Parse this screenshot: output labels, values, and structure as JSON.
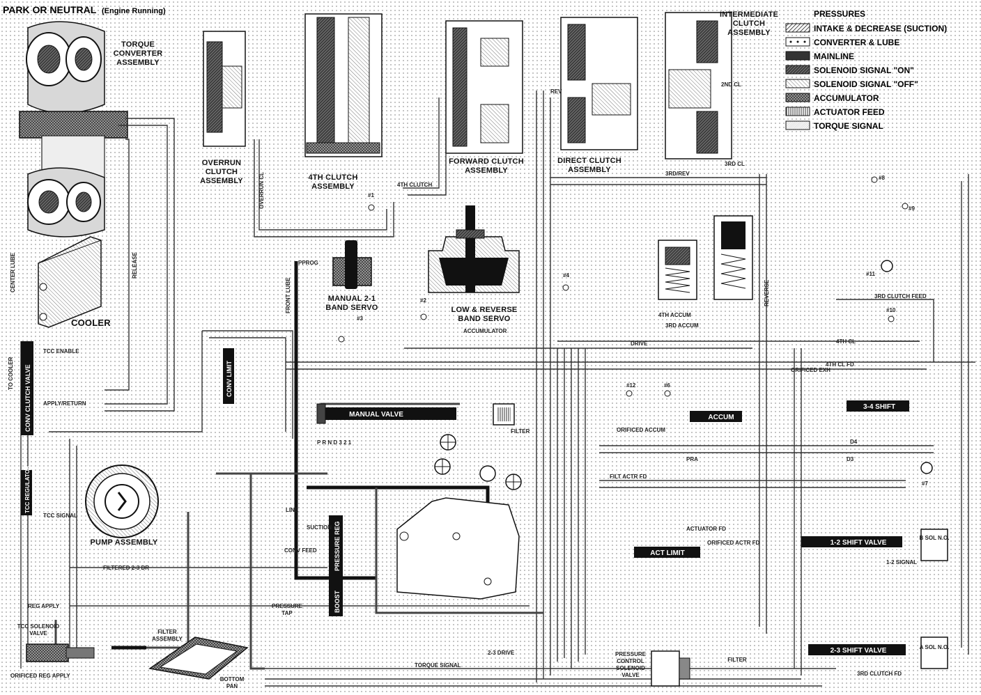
{
  "title": "PARK OR NEUTRAL",
  "subtitle": "(Engine Running)",
  "legend": {
    "heading": "PRESSURES",
    "items": [
      {
        "label": "INTAKE & DECREASE (SUCTION)",
        "pattern": "diagonal-hatch"
      },
      {
        "label": "CONVERTER & LUBE",
        "pattern": "dots"
      },
      {
        "label": "MAINLINE",
        "pattern": "solid-dark"
      },
      {
        "label": "SOLENOID SIGNAL \"ON\"",
        "pattern": "dense-hatch"
      },
      {
        "label": "SOLENOID SIGNAL \"OFF\"",
        "pattern": "light-hatch"
      },
      {
        "label": "ACCUMULATOR",
        "pattern": "crosshatch"
      },
      {
        "label": "ACTUATOR FEED",
        "pattern": "vertical-hatch"
      },
      {
        "label": "TORQUE SIGNAL",
        "pattern": "fine-hatch"
      }
    ]
  },
  "components": {
    "torque_converter": "TORQUE CONVERTER ASSEMBLY",
    "overrun_clutch": "OVERRUN CLUTCH ASSEMBLY",
    "fourth_clutch": "4TH CLUTCH ASSEMBLY",
    "forward_clutch": "FORWARD CLUTCH ASSEMBLY",
    "direct_clutch": "DIRECT CLUTCH ASSEMBLY",
    "intermediate_clutch": "INTERMEDIATE CLUTCH ASSEMBLY",
    "cooler": "COOLER",
    "manual_band_servo": "MANUAL 2-1 BAND SERVO",
    "low_reverse_servo": "LOW & REVERSE BAND SERVO",
    "pump": "PUMP ASSEMBLY",
    "tcc_solenoid": "TCC SOLENOID VALVE",
    "filter_assembly": "FILTER ASSEMBLY",
    "bottom_pan": "BOTTOM PAN",
    "pressure_tap": "PRESSURE TAP",
    "pressure_control_solenoid": "PRESSURE CONTROL SOLENOID VALVE",
    "filter_lower": "FILTER",
    "filter_mid": "FILTER"
  },
  "valves": {
    "manual_valve": "MANUAL VALVE",
    "conv_clutch_valve": "CONV CLUTCH VALVE",
    "conv_limit": "CONV LIMIT",
    "tcc_regulator": "TCC REGULATOR",
    "pressure_reg": "PRESSURE REG",
    "boost": "BOOST",
    "accum": "ACCUM",
    "act_limit": "ACT LIMIT",
    "shift_34": "3-4 SHIFT",
    "shift_12": "1-2 SHIFT VALVE",
    "shift_23": "2-3 SHIFT VALVE",
    "solenoid_b": "B SOL N.O.",
    "solenoid_a": "A SOL N.O."
  },
  "manual_positions": "P R N D 3 2 1",
  "passages": {
    "fourth_clutch": "4TH CLUTCH",
    "overrun_cl": "OVERRUN CL",
    "second_cl": "2ND CL",
    "third_rev": "3RD/REV",
    "third_cl": "3RD CL",
    "fourth_accum": "4TH ACCUM",
    "third_accum": "3RD ACCUM",
    "fourth_cl": "4TH CL",
    "fourth_cl_fd": "4TH CL FD",
    "orificed_exh": "ORIFICED EXH",
    "d4": "D4",
    "filt_actr_fd": "FILT ACTR FD",
    "d3": "D3",
    "pra": "PRA",
    "drive": "DRIVE",
    "accumulator": "ACCUMULATOR",
    "line": "LINE",
    "suction": "SUCTION",
    "conv_feed": "CONV FEED",
    "filtered_23_dr": "FILTERED 2-3 DR",
    "reg_apply": "REG APPLY",
    "orificed_reg_apply": "ORIFICED REG APPLY",
    "torque_signal": "TORQUE SIGNAL",
    "drive_23": "2-3 DRIVE",
    "third_clutch_feed": "3RD CLUTCH FEED",
    "reverse": "REVERSE",
    "actuator_fd": "ACTUATOR FD",
    "orificed_actr_fd": "ORIFICED ACTR FD",
    "signal_12": "1-2 SIGNAL",
    "center_lube": "CENTER LUBE",
    "to_cooler": "TO COOLER",
    "tcc_enable": "TCC ENABLE",
    "tcc_signal": "TCC SIGNAL",
    "release": "RELEASE",
    "apply_return": "APPLY/RETURN",
    "pprog": "PPROG",
    "front_lube": "FRONT LUBE",
    "orificed_accum": "ORIFICED ACCUM",
    "rev": "REV",
    "third_clutch_fd": "3RD CLUTCH FD"
  },
  "checkballs": [
    "#1",
    "#2",
    "#3",
    "#4",
    "#6",
    "#7",
    "#8",
    "#9",
    "#10",
    "#11",
    "#12"
  ]
}
